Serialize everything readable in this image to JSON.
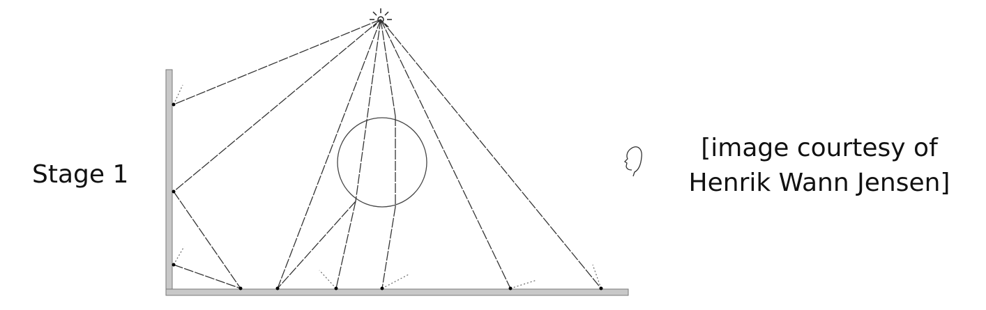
{
  "labels": {
    "stage": "Stage 1",
    "credit_line1": "[image courtesy of",
    "credit_line2": "Henrik Wann Jensen]"
  },
  "colors": {
    "line": "#333333",
    "wall": "#c8c8c8",
    "wall_outline": "#777777",
    "dot": "#000000"
  }
}
